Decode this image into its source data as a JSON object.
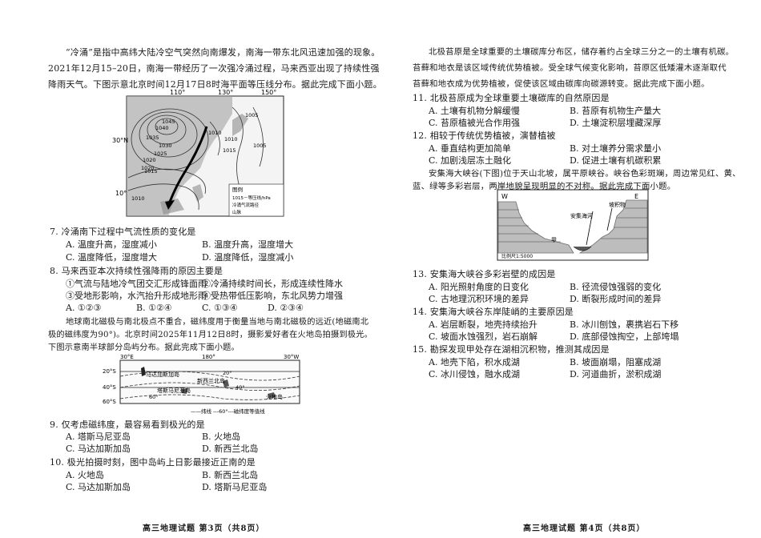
{
  "left": {
    "intro1": {
      "line1": "“冷涌”是指中高纬大陆冷空气突然向南爆发，南海一带东北风迅速加强的现象。",
      "line2": "2021年12月15–20日，南海一带经历了一次强冷涌过程，马来西亚出现了持续性强",
      "line3": "降雨天气。下图示意北京时间12月17日8时海平面等压线分布。据此完成下面小题。"
    },
    "map1": {
      "lon_labels": [
        "110°",
        "130°",
        "150°"
      ],
      "lat_labels": [
        "30°N",
        "10°"
      ],
      "isobars": [
        "1045",
        "1040",
        "1035",
        "1030",
        "1025",
        "1020",
        "1015",
        "1010",
        "1005",
        "1010",
        "1005",
        "1010",
        "1015",
        "1020"
      ],
      "legend_title": "图例",
      "legend_items": [
        "1015－等压线/hPa",
        "冷涌气流路径",
        "山脉"
      ]
    },
    "q7": {
      "stem": "7. 冷涌南下过程中气流性质的变化是",
      "options": [
        "A. 温度升高，湿度减小",
        "B. 温度升高，湿度增大",
        "C. 温度降低，湿度增大",
        "D. 温度降低，湿度减小"
      ]
    },
    "q8": {
      "stem": "8. 马来西亚本次持续性强降雨的原因主要是",
      "items": [
        "①气流与陆地冷气团交汇形成锋面雨",
        "②冷涌持续时间长，形成连续性降水",
        "③受地形影响，水汽抬升形成地形雨",
        "④受热带低压影响，东北风势力增强"
      ],
      "options": [
        "A. ①②③",
        "B. ①②④",
        "C. ①③④",
        "D. ②③④"
      ]
    },
    "intro2": {
      "line1": "地球南北磁极与南北极点不重合，磁纬度用于衡量当地与南北磁极的远近(地磁南北",
      "line2": "极的磁纬度为90°)。北京时间2025年11月12日8时，摄影爱好者在火地岛拍摄到极光。",
      "line3": "下图示意南半球部分岛屿分布。据此完成下面小题。"
    },
    "map2": {
      "lon_labels": [
        "30°E",
        "180°",
        "30°W"
      ],
      "lat_labels": [
        "20°S",
        "40°S",
        "60°S"
      ],
      "place_labels": [
        "马达加斯加岛",
        "新西兰北岛",
        "塔斯马尼亚岛",
        "火地岛"
      ],
      "isoline_labels": [
        "20°",
        "40°",
        "60°"
      ],
      "legend": "——纬线  ---60°---磁纬度等值线"
    },
    "q9": {
      "stem": "9. 仅考虑磁纬度，最容易看到极光的是",
      "options": [
        "A. 塔斯马尼亚岛",
        "B. 火地岛",
        "C. 马达加斯加岛",
        "D. 新西兰北岛"
      ]
    },
    "q10": {
      "stem": "10. 极光拍摄时刻，图中岛屿上日影最接近正南的是",
      "options": [
        "A. 火地岛",
        "B. 新西兰北岛",
        "C. 马达加斯加岛",
        "D. 塔斯马尼亚岛"
      ]
    },
    "footer": "高三地理试题  第3页（共8页）"
  },
  "right": {
    "intro1": {
      "line1": "北极苔原是全球重要的土壤碳库分布区，储存着约占全球三分之一的土壤有机碳。",
      "line2": "苔藓和地衣是该区域传统优势植被。受全球气候变化影响，苔原区低矮灌木逐渐取代",
      "line3": "苔藓和地衣成为优势植被，促使该区域由碳库向碳源转变。据此完成下面小题。"
    },
    "q11": {
      "stem": "11. 北极苔原成为全球重要土壤碳库的自然原因是",
      "options": [
        "A. 土壤有机物分解缓慢",
        "B. 苔原有机物生产量大",
        "C. 苔原植被光合作用强",
        "D. 土壤淀积层埋藏深厚"
      ]
    },
    "q12": {
      "stem": "12. 相较于传统优势植被，演替植被",
      "options": [
        "A. 垂直结构更加简单",
        "B. 对土壤养分需求量小",
        "C. 加剧浅层冻土融化",
        "D. 促进土壤有机碳积累"
      ]
    },
    "intro2": {
      "line1": "安集海大峡谷(下图)位于天山北坡，属平原峡谷。峡谷色彩斑斓，周边常见红、黄、",
      "line2": "蓝、绿等多彩岩层，两岸地貌呈现明显的不对称。据此完成下面小题。"
    },
    "diagram": {
      "west": "W",
      "east": "E",
      "deposit_label": "坡积物",
      "river_label": "安集海河",
      "point_label": "甲",
      "scale": "比例尺1:5000"
    },
    "q13": {
      "stem": "13. 安集海大峡谷多彩岩壁的成因是",
      "options": [
        "A. 阳光照射角度的日变化",
        "B. 径流侵蚀强弱的变化",
        "C. 古地理沉积环境的差异",
        "D. 断裂形成时间的差异"
      ]
    },
    "q14": {
      "stem": "14. 安集海大峡谷东岸陡峭的主要原因是",
      "options": [
        "A. 岩层断裂，地壳持续抬升",
        "B. 冰川刨蚀，裹携岩石下移",
        "C. 坡面水蚀强烈，岩石崩解",
        "D. 底部侵蚀掏空，上部垮塌"
      ]
    },
    "q15": {
      "stem": "15. 勘探发现甲处存在湖相沉积物，推测其成因是",
      "options": [
        "A. 地壳下陷，积水成湖",
        "B. 坡面崩塌，阻塞成湖",
        "C. 冰川侵蚀，融水成湖",
        "D. 河道曲折，淤积成湖"
      ]
    },
    "footer": "高三地理试题  第4页（共8页）"
  }
}
